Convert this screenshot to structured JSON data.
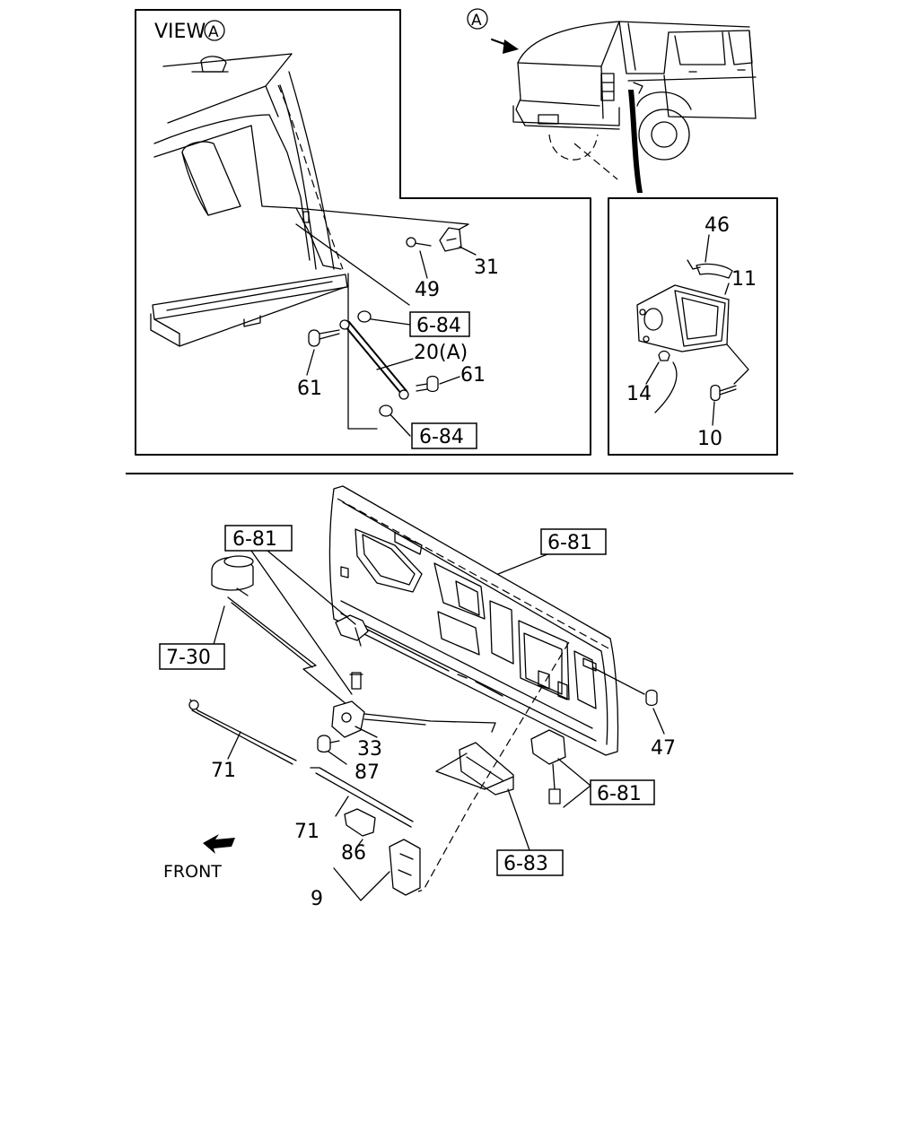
{
  "view_label": "VIEW",
  "view_marker": "A",
  "front_label": "FRONT",
  "part_numbers": {
    "p46": "46",
    "p11": "11",
    "p14": "14",
    "p10": "10",
    "p49": "49",
    "p31": "31",
    "p20a": "20(A)",
    "p61a": "61",
    "p61b": "61",
    "p33": "33",
    "p87": "87",
    "p71a": "71",
    "p71b": "71",
    "p86": "86",
    "p9": "9",
    "p47": "47"
  },
  "ref_boxes": {
    "r684a": "6-84",
    "r684b": "6-84",
    "r681a": "6-81",
    "r681b": "6-81",
    "r681c": "6-81",
    "r730": "7-30",
    "r683": "6-83"
  }
}
